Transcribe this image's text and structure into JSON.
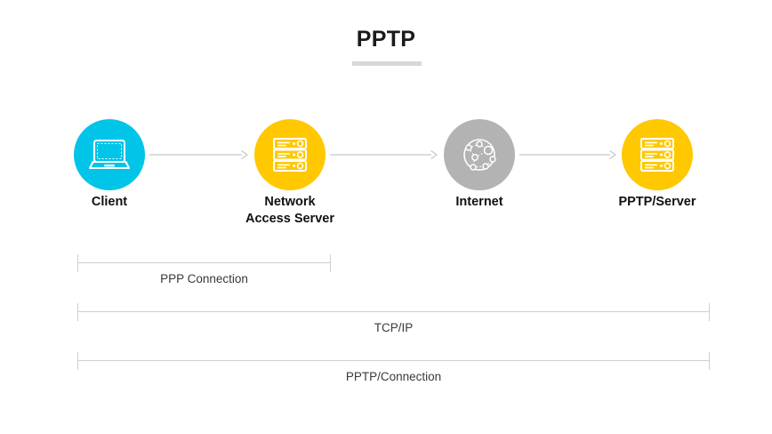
{
  "title": "PPTP",
  "colors": {
    "client": "#00c4e8",
    "nas": "#ffc800",
    "internet": "#b3b3b3",
    "server": "#ffc800",
    "line": "#cfcfcf",
    "title_rule": "#d8d8d8",
    "icon": "#ffffff",
    "text": "#111111"
  },
  "nodes": [
    {
      "id": "client",
      "label": "Client",
      "icon": "laptop-icon",
      "color": "#00c4e8"
    },
    {
      "id": "nas",
      "label": "Network\nAccess Server",
      "icon": "server-rack-icon",
      "color": "#ffc800"
    },
    {
      "id": "internet",
      "label": "Internet",
      "icon": "network-globe-icon",
      "color": "#b3b3b3"
    },
    {
      "id": "server",
      "label": "PPTP/Server",
      "icon": "server-rack-icon",
      "color": "#ffc800"
    }
  ],
  "arrows": [
    {
      "from": "client",
      "to": "nas",
      "direction": "right"
    },
    {
      "from": "nas",
      "to": "internet",
      "direction": "right"
    },
    {
      "from": "internet",
      "to": "server",
      "direction": "right"
    }
  ],
  "spans": [
    {
      "id": "ppp",
      "label": "PPP Connection",
      "from": "client",
      "to": "nas"
    },
    {
      "id": "tcp",
      "label": "TCP/IP",
      "from": "client",
      "to": "server"
    },
    {
      "id": "pptp",
      "label": "PPTP/Connection",
      "from": "client",
      "to": "server"
    }
  ]
}
